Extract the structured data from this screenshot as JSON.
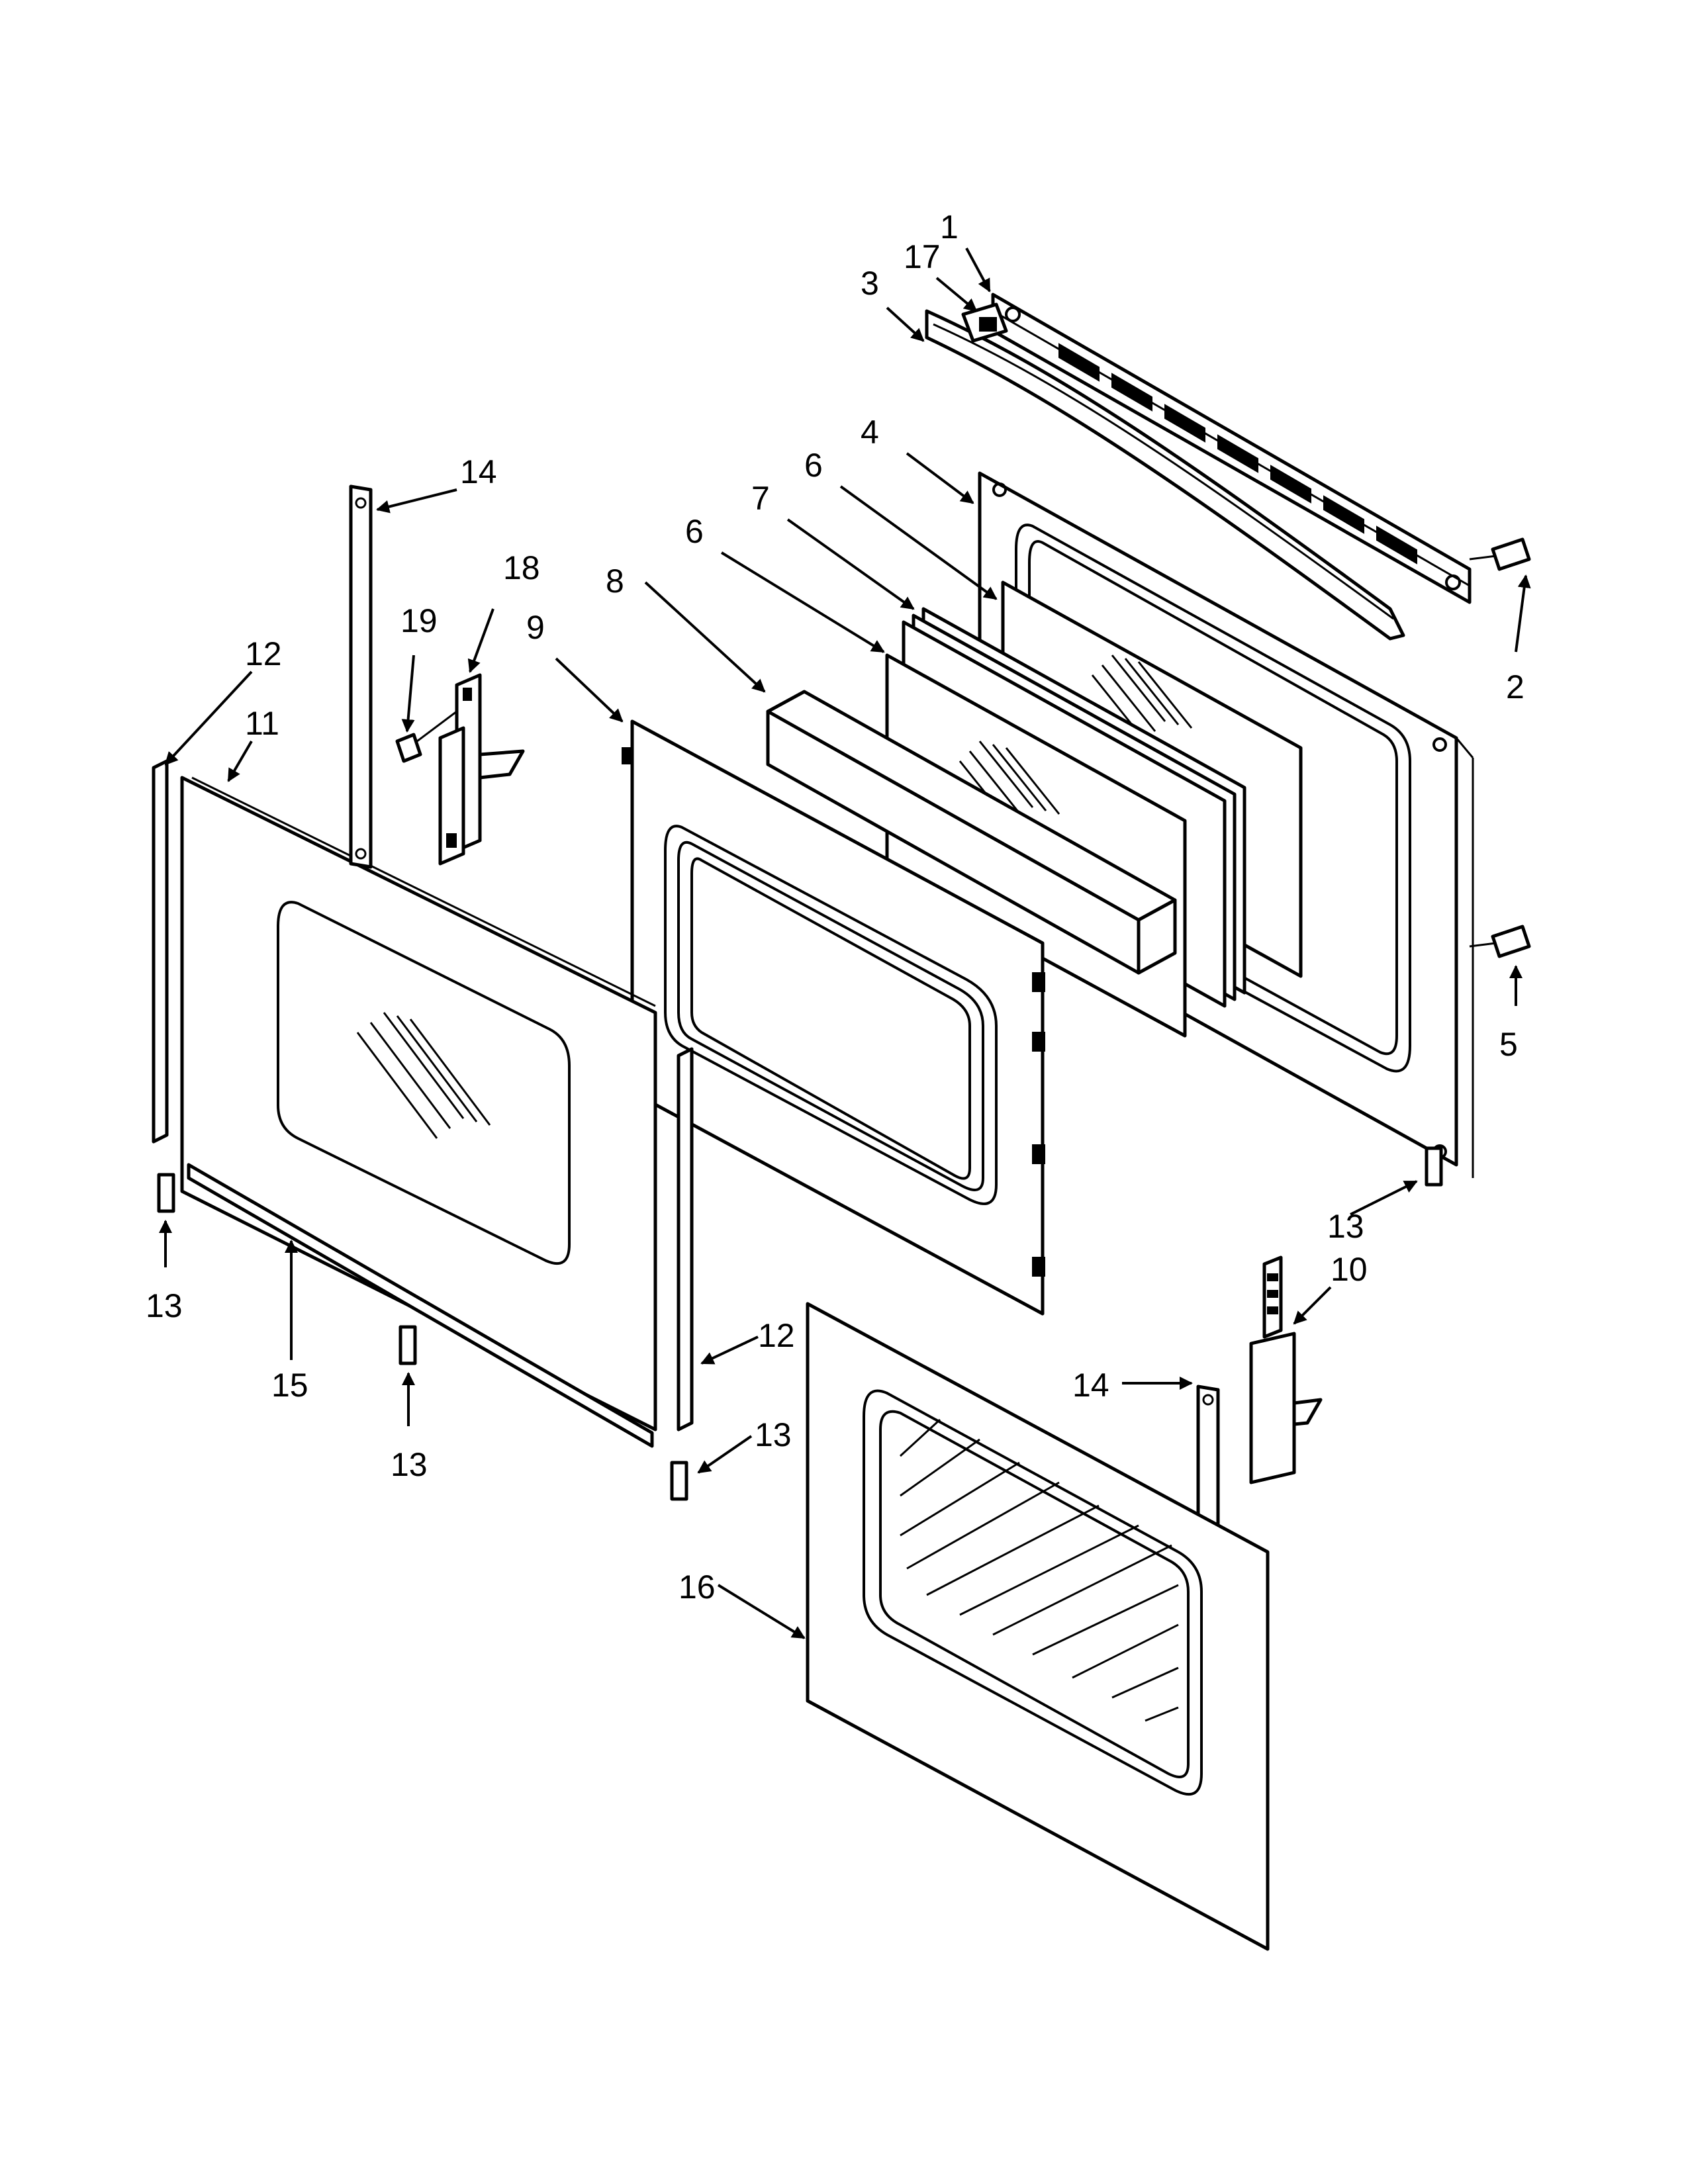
{
  "callouts": [
    "1",
    "2",
    "3",
    "4",
    "5",
    "6",
    "6",
    "7",
    "8",
    "9",
    "10",
    "11",
    "12",
    "12",
    "13",
    "13",
    "13",
    "13",
    "14",
    "14",
    "15",
    "16",
    "17",
    "18",
    "19"
  ]
}
